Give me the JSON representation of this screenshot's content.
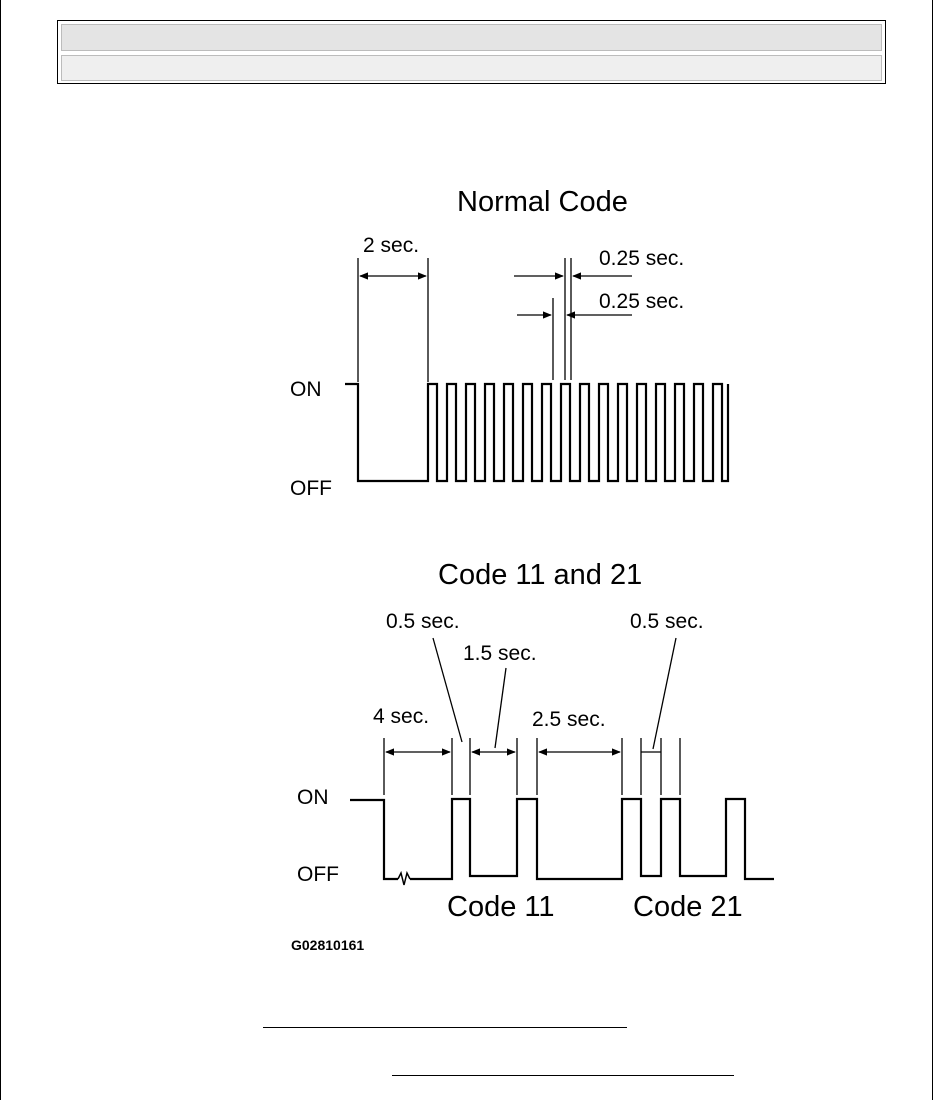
{
  "normal": {
    "title": "Normal Code",
    "label_2sec": "2 sec.",
    "label_025_a": "0.25 sec.",
    "label_025_b": "0.25 sec.",
    "on": "ON",
    "off": "OFF"
  },
  "code": {
    "title": "Code 11 and 21",
    "label_05_a": "0.5 sec.",
    "label_15": "1.5 sec.",
    "label_4": "4 sec.",
    "label_25": "2.5 sec.",
    "label_05_b": "0.5 sec.",
    "on": "ON",
    "off": "OFF",
    "code11": "Code 11",
    "code21": "Code 21"
  },
  "figure_id": "G02810161"
}
